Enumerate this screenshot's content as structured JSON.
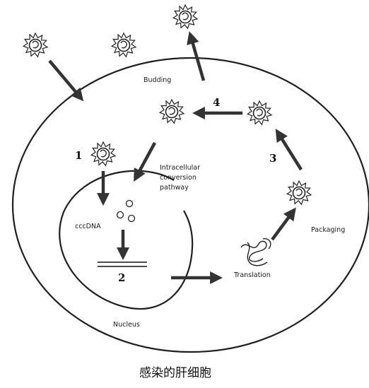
{
  "labels": {
    "budding": "Budding",
    "intracellular_line1": "Intracellular",
    "intracellular_line2": "conversion",
    "intracellular_line3": "pathway",
    "cccdna": "cccDNA",
    "packaging": "Packaging",
    "translation": "Translation",
    "nucleus": "Nucleus"
  },
  "steps": {
    "one": "1",
    "two": "2",
    "three": "3",
    "four": "4"
  },
  "caption": "感染的肝细胞"
}
